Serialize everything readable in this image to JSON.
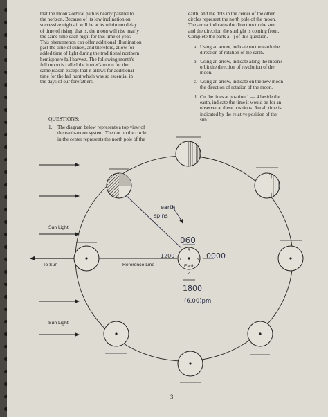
{
  "left_column": {
    "paragraph": [
      "that the moon's orbital path is nearly parallel to",
      "the horizon. Because of its low inclination on",
      "successive nights it will be at its minimum delay",
      "of time of rising, that is, the moon will rise nearly",
      "the same time each night for this time of year.",
      "This phenomenon can offer additional illumination",
      "past the time of sunset, and therefore, allow for",
      "added time of light during the traditional northern",
      "hemisphere fall harvest. The following month's",
      "full moon is called the hunter's moon for the",
      "same reason except that it allows for additional",
      "time for the fall hunt which was so essential in",
      "the days of our forefathers."
    ]
  },
  "questions_heading": "QUESTIONS:",
  "question1": {
    "number": "1.",
    "text": "The diagram below represents a top view of the earth-moon system. The dot on the circle in the center represents the north pole of the earth, and the dots in the center of the other circles represent the north pole of the moon. The arrow indicates the direction to the sun, and the direction the sunlight is coming from. Complete the parts a - j of this question.",
    "text_left": [
      "The diagram below represents a top view of",
      "the earth-moon system. The dot on the circle",
      "in the center represents the north pole of the"
    ],
    "text_right": [
      "earth, and the dots in the center of the other",
      "circles represent the north pole of the moon.",
      "The arrow indicates the direction to the sun,",
      "and the direction the sunlight is coming from.",
      "Complete the parts a - j of this question."
    ]
  },
  "parts": [
    {
      "label": "a.",
      "lines": [
        "Using an arrow, indicate on the earth the",
        "direction of rotation of the earth."
      ]
    },
    {
      "label": "b.",
      "lines": [
        "Using an arrow, indicate along the moon's",
        "orbit the direction of revolution of the",
        "moon."
      ]
    },
    {
      "label": "c.",
      "lines": [
        "Using an arrow, indicate on the new moon",
        "the direction of rotation of the moon."
      ]
    },
    {
      "label": "d.",
      "lines": [
        "On the lines at position 1 — 4 beside the",
        "earth, indicate the time it would be for an",
        "observer at these positions. Recall time is",
        "indicated by the relative position of the",
        "sun."
      ]
    }
  ],
  "diagram": {
    "sun_light_label_1": "Sun Light",
    "sun_light_label_2": "Sun Light",
    "to_sun_label": "To Sun",
    "reference_line_label": "Reference Line",
    "earth_label": "Earth",
    "position_numbers": [
      "1",
      "2",
      "3",
      "4"
    ],
    "handwritten": {
      "earth_label": "earth",
      "spins_label": "spins",
      "top_time": "060",
      "left_time": "1200",
      "right_time": "0000",
      "bottom_time": "1800",
      "bottom_note": "(6.00)pm"
    }
  },
  "page_number": "3"
}
